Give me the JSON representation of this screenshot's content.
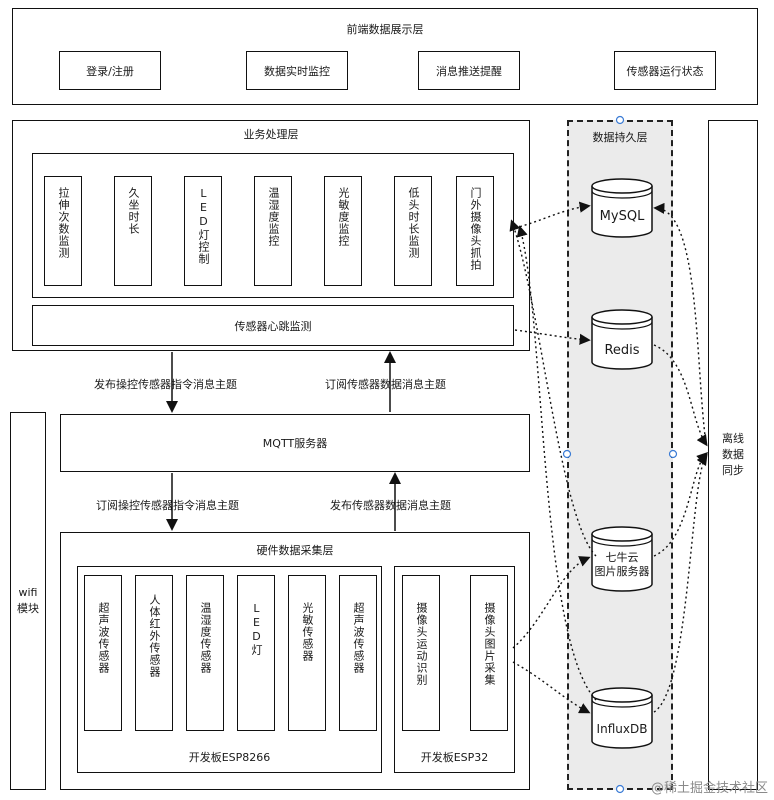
{
  "frontend": {
    "title": "前端数据展示层",
    "items": [
      "登录/注册",
      "数据实时监控",
      "消息推送提醒",
      "传感器运行状态"
    ]
  },
  "business": {
    "title": "业务处理层",
    "modules": [
      "拉伸次数监测",
      "久坐时长",
      "LED灯控制",
      "温湿度监控",
      "光敏度监控",
      "低头时长监测",
      "门外摄像头抓拍"
    ],
    "heartbeat": "传感器心跳监测"
  },
  "arrows": {
    "publish_control": "发布操控传感器指令消息主题",
    "subscribe_data": "订阅传感器数据消息主题",
    "subscribe_control": "订阅操控传感器指令消息主题",
    "publish_data": "发布传感器数据消息主题"
  },
  "mqtt": {
    "label": "MQTT服务器"
  },
  "wifi": {
    "label": "wifi模块"
  },
  "hardware": {
    "title": "硬件数据采集层",
    "esp8266": {
      "label": "开发板ESP8266",
      "sensors": [
        "超声波传感器",
        "人体红外传感器",
        "温湿度传感器",
        "LED灯",
        "光敏传感器",
        "超声波传感器"
      ]
    },
    "esp32": {
      "label": "开发板ESP32",
      "sensors": [
        "摄像头运动识别",
        "摄像头图片采集"
      ]
    }
  },
  "persistence": {
    "title": "数据持久层",
    "stores": [
      "MySQL",
      "Redis",
      "七牛云\n图片服务器",
      "InfluxDB"
    ]
  },
  "offline": {
    "label": "离线数据同步"
  },
  "watermark": "@稀土掘金技术社区"
}
